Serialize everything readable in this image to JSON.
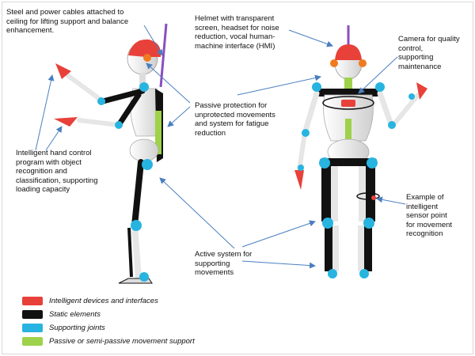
{
  "annotations": {
    "cables": "Steel and power cables attached to\nceiling for lifting support and balance\nenhancement.",
    "helmet": "Helmet with transparent\nscreen, headset for noise\nreduction, vocal human-\nmachine interface (HMI)",
    "camera": "Camera for quality\ncontrol,\nsupporting\nmaintenance",
    "passive": "Passive protection for\nunprotected movements\nand system for fatigue\nreduction",
    "hand": "Intelligent hand control\nprogram with object\nrecognition and\nclassification, supporting\nloading capacity",
    "sensor": "Example of\nintelligent\nsensor point\nfor movement\nrecognition",
    "active": "Active system for\nsupporting\nmovements"
  },
  "legend": [
    {
      "label": "Intelligent devices and interfaces",
      "color": "#e8413a"
    },
    {
      "label": "Static elements",
      "color": "#111111"
    },
    {
      "label": "Supporting joints",
      "color": "#28b4e0"
    },
    {
      "label": "Passive or semi-passive movement support",
      "color": "#9ed24a"
    }
  ],
  "colors": {
    "arrow": "#4a7fc0",
    "bone": "#eeeeee",
    "cable": "#8a4fc0"
  }
}
